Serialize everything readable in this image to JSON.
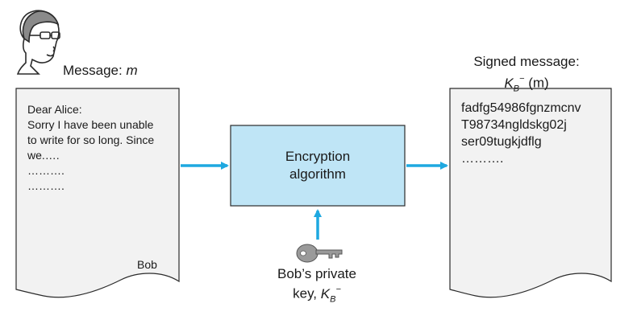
{
  "sender": {
    "label_prefix": "Message: ",
    "label_var": "m"
  },
  "letter": {
    "lines": [
      "Dear Alice:",
      "Sorry I have been unable",
      "to write for so long. Since",
      "we.….",
      "……….",
      "………."
    ],
    "signature": "Bob"
  },
  "encryption": {
    "line1": "Encryption",
    "line2": "algorithm"
  },
  "signed_message": {
    "title_line1": "Signed message:",
    "key_base": "K",
    "key_sub": "B",
    "key_sup": "−",
    "arg": "(m)",
    "lines": [
      "fadfg54986fgnzmcnv",
      "T98734ngldskg02j",
      "ser09tugkjdflg",
      "………."
    ]
  },
  "key": {
    "caption_line1": "Bob’s private",
    "caption_line2_prefix": "key, ",
    "key_base": "K",
    "key_sub": "B",
    "key_sup": "−"
  },
  "colors": {
    "accent": "#1ea8e0",
    "box_fill": "#bfe5f6",
    "paper_fill": "#f2f2f2",
    "stroke": "#2b2b2b"
  }
}
